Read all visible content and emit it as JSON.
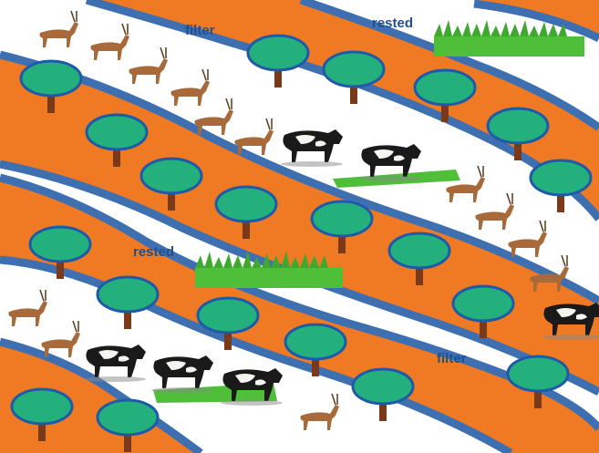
{
  "labels": {
    "filter_top": "filter",
    "rested_top": "rested",
    "rested_middle": "rested",
    "filter_bottom": "filter"
  },
  "colors": {
    "land": "#f07a24",
    "river": "#3e6fb0",
    "label": "#1f4f8f",
    "tree_crown": "#24b07d",
    "tree_outline": "#1f5aa8",
    "trunk": "#7a3a1a",
    "grass": "#4fbf3a",
    "cattle": "#1a1a1a",
    "antelope": "#a86a3a"
  },
  "icons": [
    "tree-icon",
    "grass-patch-icon",
    "cow-icon",
    "antelope-icon",
    "oryx-icon",
    "eland-icon",
    "gazelle-icon"
  ]
}
